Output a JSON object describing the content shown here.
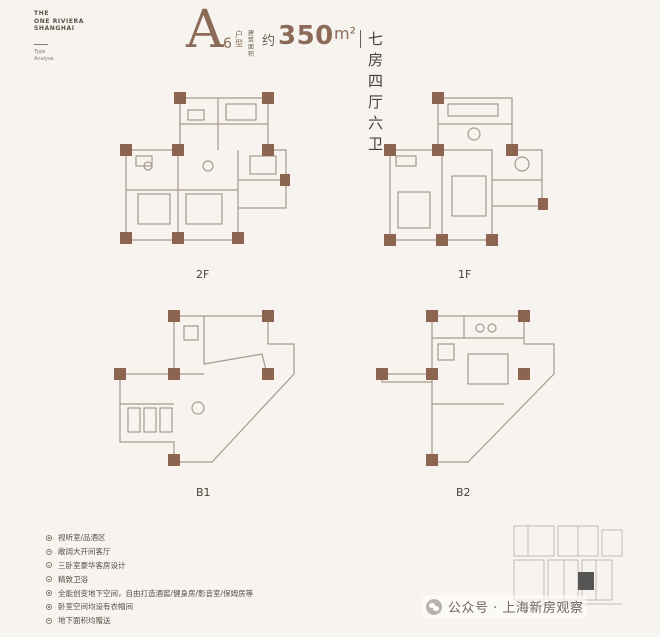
{
  "brand": {
    "line1": "THE",
    "line2": "ONE RIVIERA",
    "line3": "SHANGHAI",
    "sub1": "Type",
    "sub2": "Analyse"
  },
  "header": {
    "letter": "A",
    "number": "6",
    "unit_type": "户型",
    "area_label": "建筑面积",
    "approx": "约",
    "area_value": "350",
    "area_unit": "m²",
    "layout": "七房四厅六卫"
  },
  "floors": {
    "f2": "2F",
    "f1": "1F",
    "b1": "B1",
    "b2": "B2"
  },
  "features": [
    "视听室/品酒区",
    "敞阔大开间客厅",
    "三卧室豪华客房设计",
    "精致卫浴",
    "全能创变地下空间，自由打造酒窖/健身房/影音室/保姆房等",
    "卧室空间均设有衣帽间",
    "地下面积均赠送"
  ],
  "watermark": {
    "text": "公众号 · 上海新房观察"
  },
  "colors": {
    "accent": "#8b6a57",
    "wall": "#a8998d",
    "column": "#8c6450",
    "background": "#f7f3ee"
  }
}
